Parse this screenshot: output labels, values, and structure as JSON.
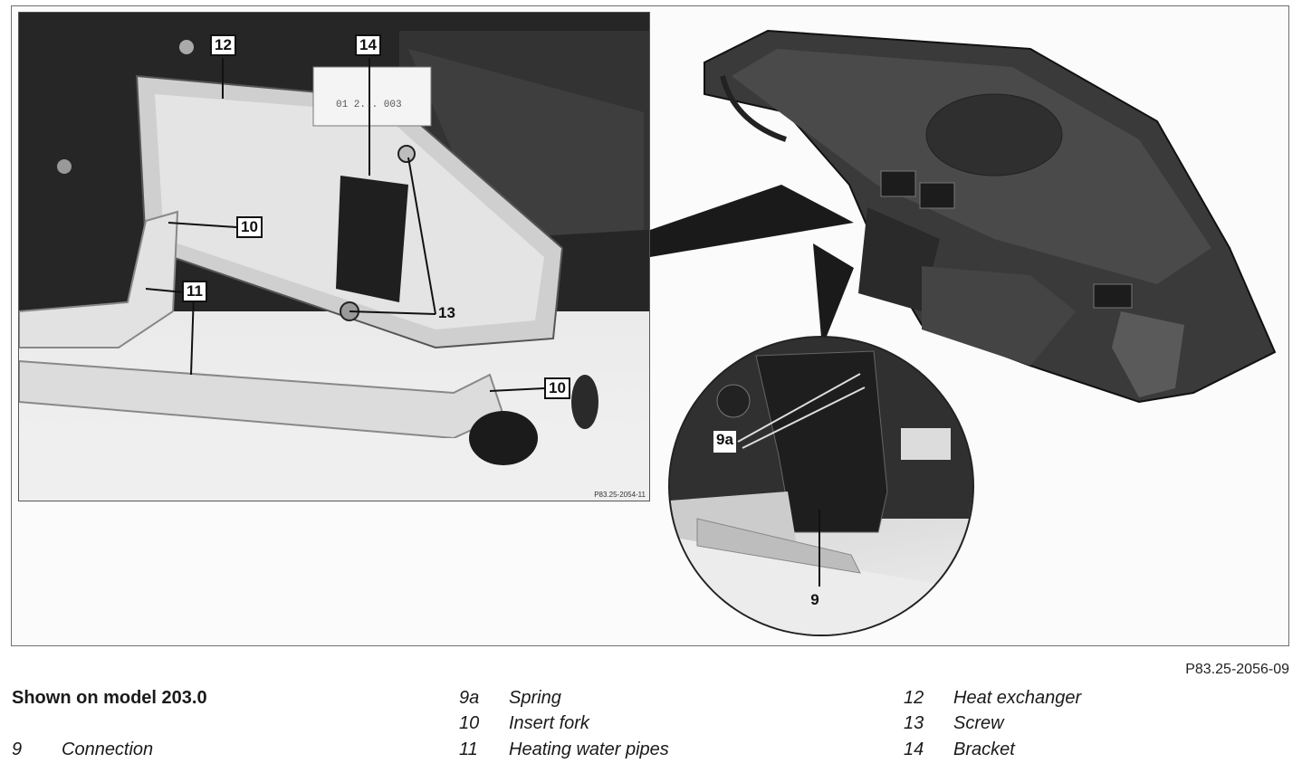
{
  "figure": {
    "code": "P83.25-2056-09",
    "photo_code": "P83.25-2054-11",
    "photo_sticker": "01 2... 003",
    "callouts_left": [
      "12",
      "14",
      "10",
      "11",
      "13",
      "10"
    ],
    "callout_circle": [
      "9a",
      "9"
    ]
  },
  "caption": {
    "title": "Shown on model 203.0",
    "legend": [
      {
        "num": "9",
        "text": "Connection"
      },
      {
        "num": "9a",
        "text": "Spring"
      },
      {
        "num": "10",
        "text": "Insert fork"
      },
      {
        "num": "11",
        "text": "Heating water pipes"
      },
      {
        "num": "12",
        "text": "Heat exchanger"
      },
      {
        "num": "13",
        "text": "Screw"
      },
      {
        "num": "14",
        "text": "Bracket"
      }
    ]
  }
}
